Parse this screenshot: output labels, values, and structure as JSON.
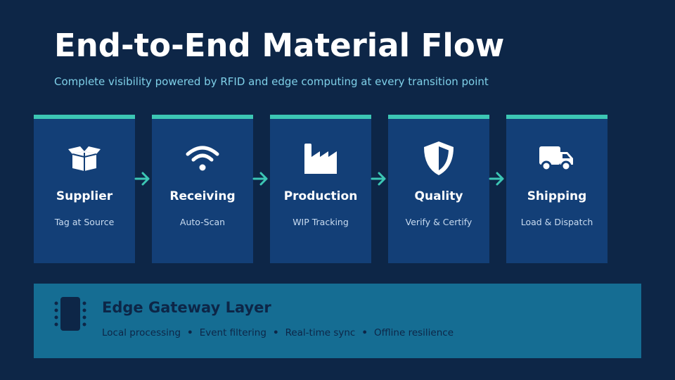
{
  "slide": {
    "title": "End-to-End Material Flow",
    "subtitle": "Complete visibility powered by RFID and edge computing at every transition point"
  },
  "stages": [
    {
      "name": "Supplier",
      "desc": "Tag at Source",
      "icon": "open-box-icon"
    },
    {
      "name": "Receiving",
      "desc": "Auto-Scan",
      "icon": "wifi-icon"
    },
    {
      "name": "Production",
      "desc": "WIP Tracking",
      "icon": "factory-icon"
    },
    {
      "name": "Quality",
      "desc": "Verify & Certify",
      "icon": "shield-icon"
    },
    {
      "name": "Shipping",
      "desc": "Load & Dispatch",
      "icon": "truck-icon"
    }
  ],
  "edge_layer": {
    "title": "Edge Gateway Layer",
    "items": [
      "Local processing",
      "Event filtering",
      "Real-time sync",
      "Offline resilience"
    ],
    "icon": "microchip-icon"
  },
  "colors": {
    "background": "#0d2647",
    "card": "#133f77",
    "accent": "#3cc6b4",
    "edge_panel": "#156d93",
    "subtitle": "#7fd0e8"
  }
}
